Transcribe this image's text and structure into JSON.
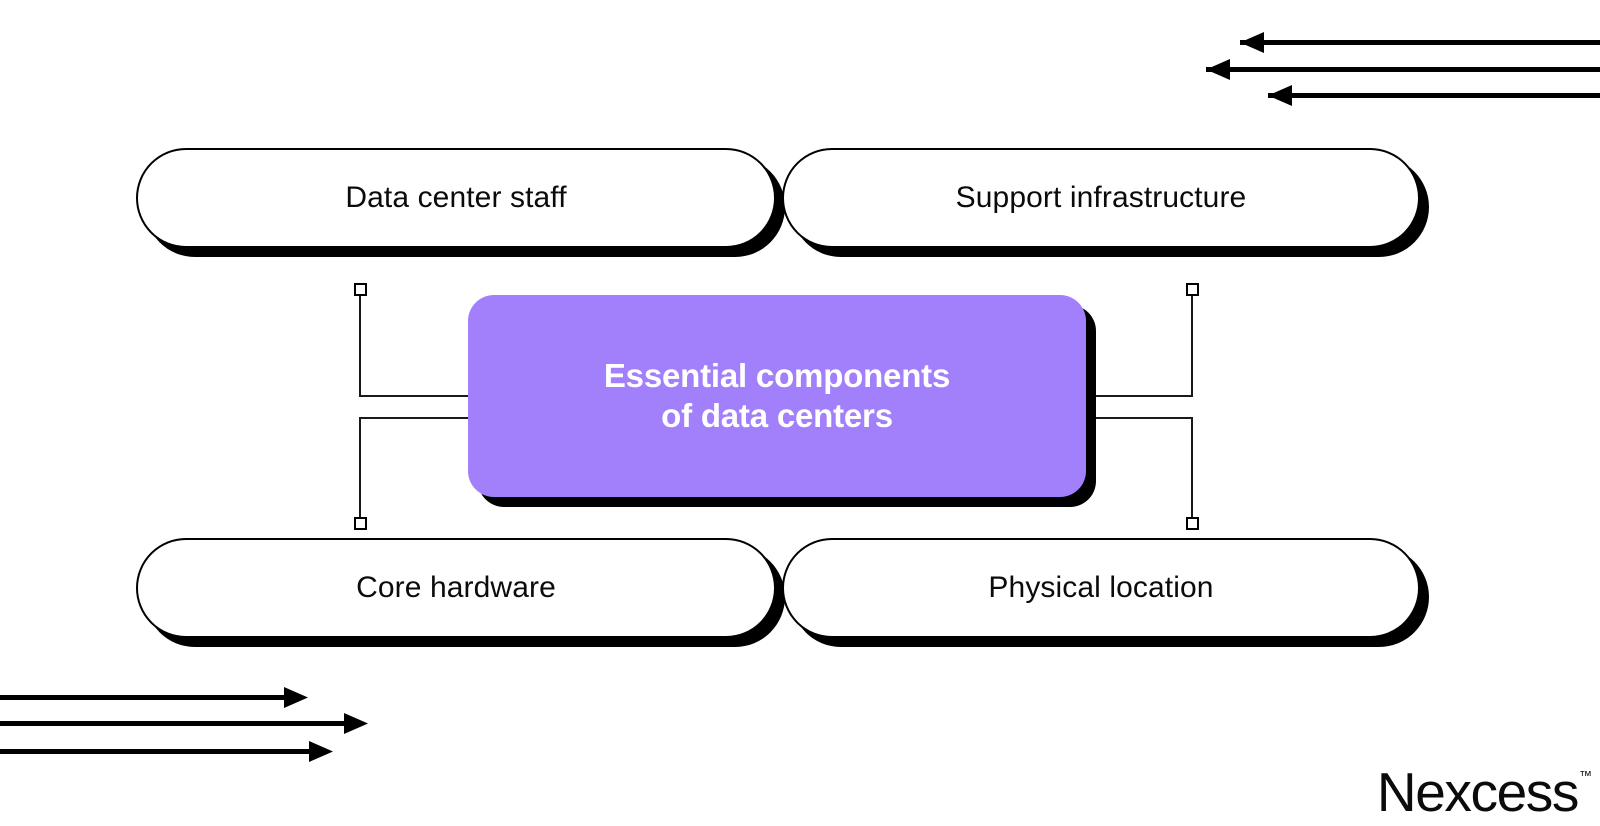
{
  "diagram": {
    "type": "concept-map",
    "center": {
      "title_line_1": "Essential components",
      "title_line_2": "of data centers",
      "title": "Essential components\nof data centers",
      "fill_color": "#a280fb",
      "text_color": "#ffffff",
      "shadow_color": "#000000"
    },
    "nodes": [
      {
        "id": "data-center-staff",
        "label": "Data center staff",
        "position": "top-left"
      },
      {
        "id": "support-infrastructure",
        "label": "Support infrastructure",
        "position": "top-right"
      },
      {
        "id": "core-hardware",
        "label": "Core hardware",
        "position": "bottom-left"
      },
      {
        "id": "physical-location",
        "label": "Physical location",
        "position": "bottom-right"
      }
    ],
    "node_style": {
      "fill_color": "#ffffff",
      "border_color": "#000000",
      "text_color": "#0b0b0b",
      "shadow_color": "#000000"
    },
    "connectors": {
      "stroke_color": "#1a1a1a",
      "handle_fill": "#ffffff",
      "handle_border": "#000000",
      "count": 4
    },
    "decorations": {
      "top_right_arrows": {
        "direction": "left",
        "count": 3,
        "color": "#000000"
      },
      "bottom_left_arrows": {
        "direction": "right",
        "count": 3,
        "color": "#000000"
      }
    }
  },
  "branding": {
    "wordmark": "Nexcess",
    "trademark": "™"
  }
}
